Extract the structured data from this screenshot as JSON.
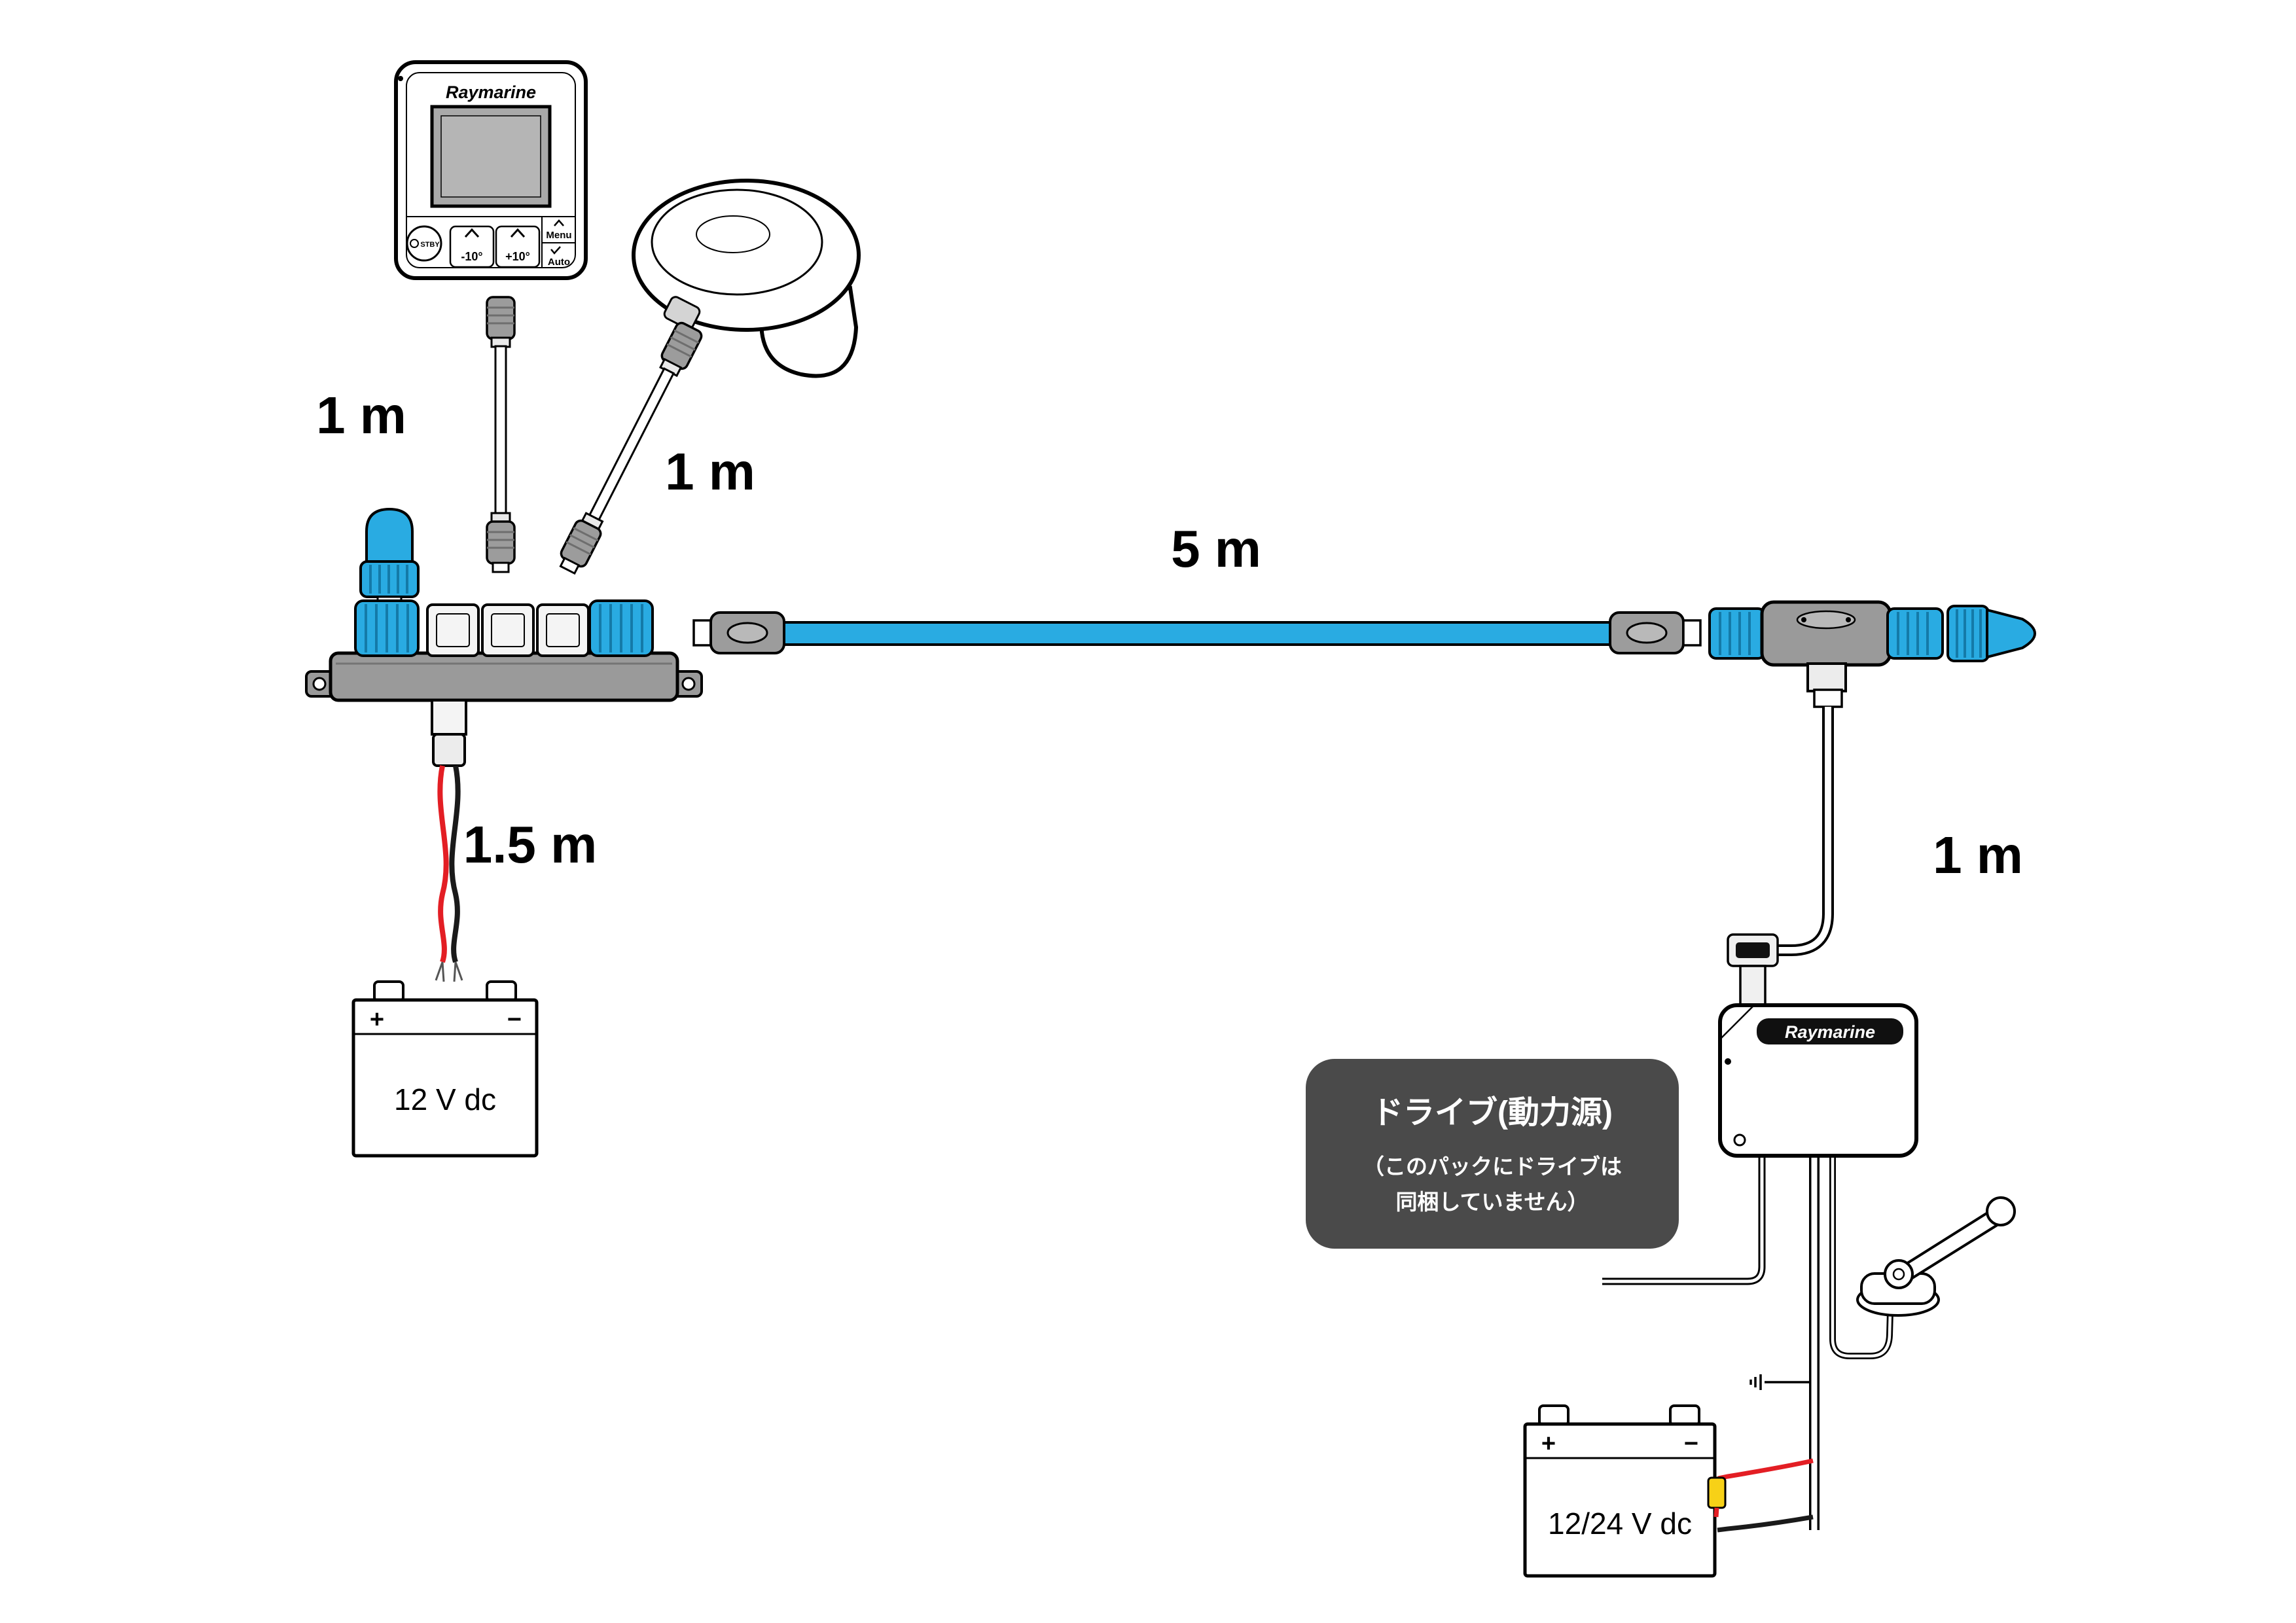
{
  "diagram": {
    "control_head": {
      "brand": "Raymarine",
      "btn_stby": "STBY",
      "btn_minus10": "-10°",
      "btn_plus10": "+10°",
      "btn_menu": "Menu",
      "btn_auto": "Auto"
    },
    "acu": {
      "brand": "Raymarine"
    },
    "labels": {
      "head_cable": "1 m",
      "sensor_cable": "1 m",
      "backbone_cable": "5 m",
      "power_cable": "1.5 m",
      "acu_cable": "1 m"
    },
    "battery_left": {
      "label": "12 V dc",
      "plus": "+",
      "minus": "−"
    },
    "battery_right": {
      "label": "12/24 V dc",
      "plus": "+",
      "minus": "−"
    },
    "callout": {
      "title": "ドライブ(動力源)",
      "line1": "（このパックにドライブは",
      "line2": "同梱していません）"
    },
    "colors": {
      "seatalk_blue": "#29abe2",
      "connector_gray": "#9a9a9a",
      "wire_red": "#e31e24",
      "fuse_yellow": "#f7d117",
      "callout_gray": "#4a4a4a"
    }
  }
}
